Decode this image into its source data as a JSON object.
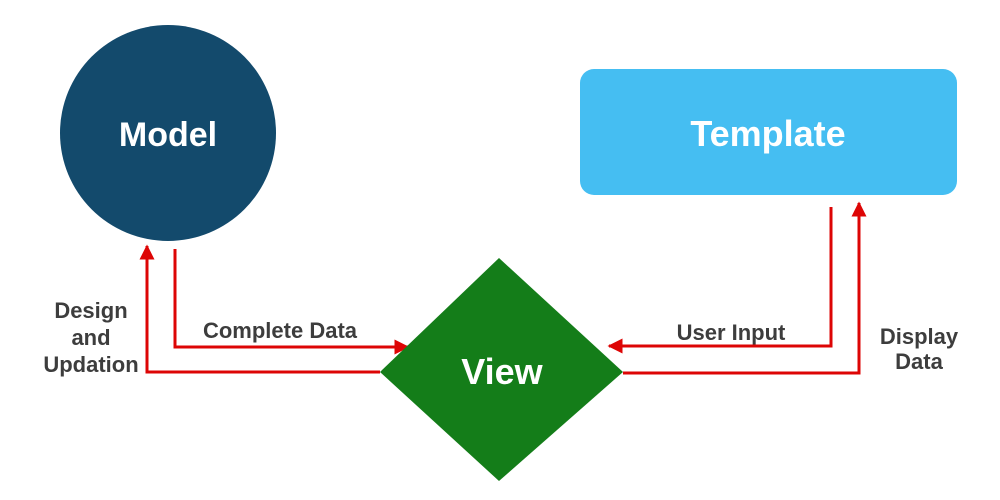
{
  "diagram": {
    "name": "MVT architecture diagram",
    "background": "#ffffff",
    "nodes": [
      {
        "id": "model",
        "label": "Model",
        "shape": "circle",
        "fill": "#134a6c",
        "text_color": "#ffffff"
      },
      {
        "id": "template",
        "label": "Template",
        "shape": "rounded-rectangle",
        "fill": "#45bef2",
        "text_color": "#ffffff"
      },
      {
        "id": "view",
        "label": "View",
        "shape": "diamond",
        "fill": "#147d19",
        "text_color": "#ffffff"
      }
    ],
    "edges": [
      {
        "from": "model",
        "to": "view",
        "label": "Complete Data"
      },
      {
        "from": "view",
        "to": "model",
        "label_lines": [
          "Design",
          "and",
          "Updation"
        ]
      },
      {
        "from": "template",
        "to": "view",
        "label": "User Input"
      },
      {
        "from": "view",
        "to": "template",
        "label_lines": [
          "Display",
          "Data"
        ]
      }
    ],
    "colors": {
      "arrow": "#dd0505",
      "label_text": "#3d3d3d"
    }
  }
}
